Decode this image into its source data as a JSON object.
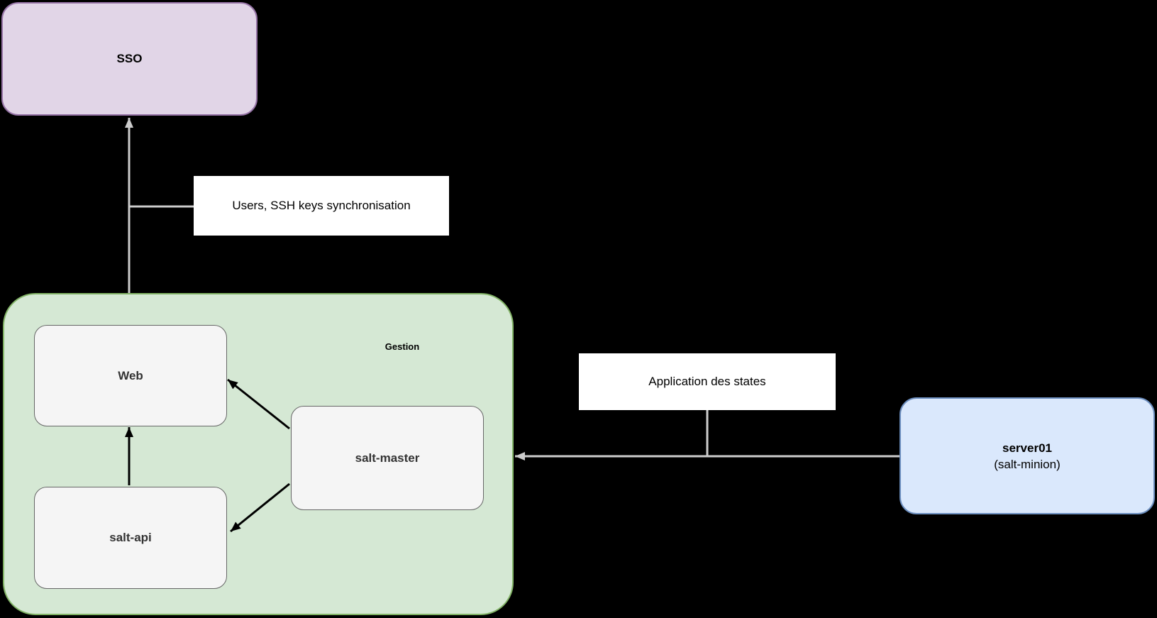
{
  "diagram": {
    "nodes": {
      "sso": {
        "label": "SSO"
      },
      "gestion_group": {
        "label": "Gestion"
      },
      "web": {
        "label": "Web"
      },
      "salt_api": {
        "label": "salt-api"
      },
      "salt_master": {
        "label": "salt-master"
      },
      "server01": {
        "label": "server01",
        "sublabel": "(salt-minion)"
      }
    },
    "edge_labels": {
      "users_sync": "Users, SSH keys synchronisation",
      "apply_states": "Application des states"
    },
    "edges": [
      {
        "from": "gestion_group",
        "to": "sso",
        "color": "#CCCCCC",
        "label_ref": "users_sync"
      },
      {
        "from": "server01",
        "to": "gestion_group",
        "color": "#CCCCCC",
        "label_ref": "apply_states"
      },
      {
        "from": "salt_api",
        "to": "web",
        "color": "#000000"
      },
      {
        "from": "salt_master",
        "to": "web",
        "color": "#000000"
      },
      {
        "from": "salt_master",
        "to": "salt_api",
        "color": "#000000"
      }
    ],
    "colors": {
      "background": "#000000",
      "sso_fill": "#E1D5E7",
      "sso_border": "#9673A6",
      "group_fill": "#D5E8D4",
      "group_border": "#82B366",
      "inner_fill": "#F5F5F5",
      "inner_border": "#666666",
      "server_fill": "#DAE8FC",
      "server_border": "#6C8EBF",
      "edge_gray": "#CCCCCC",
      "edge_black": "#000000",
      "label_bg": "#FFFFFF",
      "inner_text": "#333333"
    }
  }
}
